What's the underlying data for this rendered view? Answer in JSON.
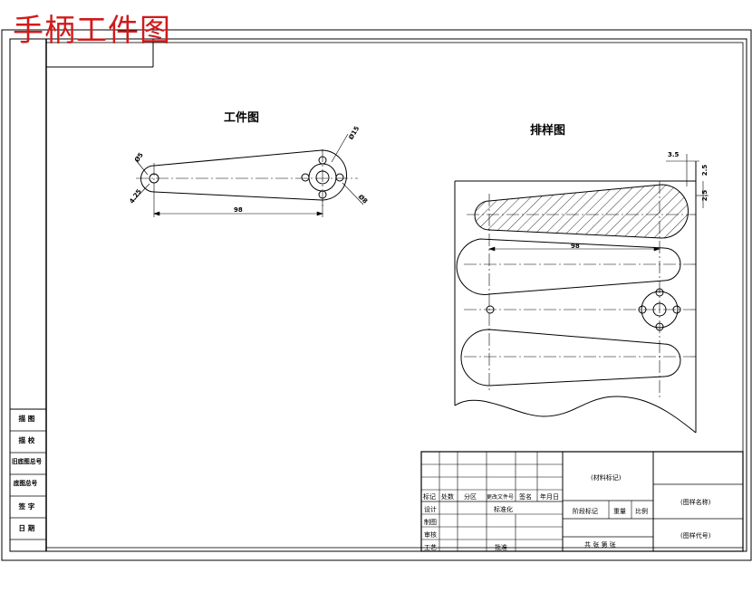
{
  "page_title": "手柄工件图",
  "workpiece_view": {
    "title": "工件图",
    "dims": {
      "slot_small": "Ø5",
      "hole_small": "4.25",
      "length": "98",
      "circle_big": "Ø15",
      "hole_right": "Ø8"
    }
  },
  "layout_view": {
    "title": "排样图",
    "dims": {
      "gap_top": "3.5",
      "gap_side": "2.5",
      "length": "98"
    }
  },
  "side_table": {
    "rows": [
      "描 图",
      "描 校",
      "旧底图总号",
      "底图总号",
      "签 字",
      "日 期"
    ]
  },
  "title_block": {
    "material_mark": "(材料标记)",
    "drawing_name": "(图样名称)",
    "drawing_code": "(图样代号)",
    "headers": [
      "标记",
      "处数",
      "分区",
      "更改文件号",
      "签名",
      "年月日"
    ],
    "design": "设计",
    "standardization": "标准化",
    "drafting": "制图",
    "review": "审核",
    "process": "工艺",
    "approve": "批准",
    "stage_mark": "阶段标记",
    "weight": "重量",
    "scale": "比例",
    "sheets": "共 张 第 张"
  }
}
